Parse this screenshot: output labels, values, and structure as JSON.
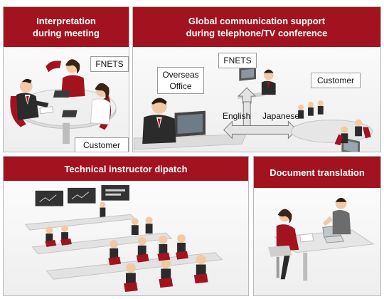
{
  "panels": {
    "interpretation": {
      "title": "Interpretation\nduring meeting",
      "label_fnets": "FNETS",
      "label_customer": "Customer"
    },
    "global": {
      "title": "Global communication support\nduring telephone/TV conference",
      "label_fnets": "FNETS",
      "label_overseas": "Overseas\nOffice",
      "label_customer": "Customer",
      "label_english": "English",
      "label_japanese": "Japanese"
    },
    "technical": {
      "title": "Technical instructor dipatch"
    },
    "document": {
      "title": "Document translation"
    }
  },
  "colors": {
    "header": "#a3131f",
    "accent": "#b0172a",
    "suit": "#2b2b2b",
    "table": "#e4e4e4"
  }
}
